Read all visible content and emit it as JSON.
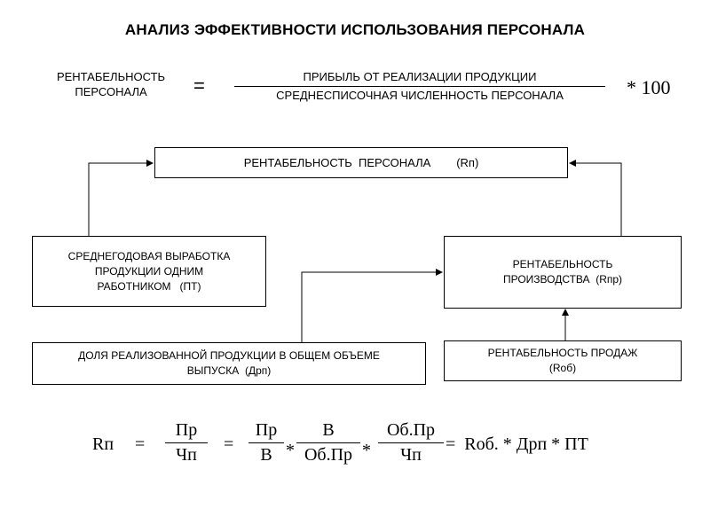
{
  "title": "АНАЛИЗ ЭФФЕКТИВНОСТИ ИСПОЛЬЗОВАНИЯ ПЕРСОНАЛА",
  "definition": {
    "lhs_line1": "РЕНТАБЕЛЬНОСТЬ",
    "lhs_line2": "ПЕРСОНАЛА",
    "equals": "=",
    "numerator": "ПРИБЫЛЬ ОТ РЕАЛИЗАЦИИ ПРОДУКЦИИ",
    "denominator": "СРЕДНЕСПИСОЧНАЯ ЧИСЛЕННОСТЬ ПЕРСОНАЛА",
    "multiplier": "* 100"
  },
  "boxes": {
    "top": "РЕНТАБЕЛЬНОСТЬ  ПЕРСОНАЛА        (Rп)",
    "output_line1": "СРЕДНЕГОДОВАЯ ВЫРАБОТКА",
    "output_line2": "ПРОДУКЦИИ ОДНИМ",
    "output_line3": "РАБОТНИКОМ   (ПТ)",
    "production_line1": "РЕНТАБЕЛЬНОСТЬ",
    "production_line2": "ПРОИЗВОДСТВА  (Rпр)",
    "share_line1": "ДОЛЯ РЕАЛИЗОВАННОЙ ПРОДУКЦИИ В ОБЩЕМ ОБЪЕМЕ",
    "share_line2": "ВЫПУСКА  (Дрп)",
    "sales_line1": "РЕНТАБЕЛЬНОСТЬ ПРОДАЖ",
    "sales_line2": "(Rоб)"
  },
  "formula": {
    "lhs": "Rп",
    "eq1": "=",
    "f1_num": "Пр",
    "f1_den": "Чп",
    "eq2": "=",
    "f2_num": "Пр",
    "f2_den": "В",
    "mul1": "*",
    "f3_num": "В",
    "f3_den": "Об.Пр",
    "mul2": "*",
    "f4_num": "Об.Пр",
    "f4_den": "Чп",
    "rhs": "=  Rоб. * Дрп * ПТ"
  }
}
